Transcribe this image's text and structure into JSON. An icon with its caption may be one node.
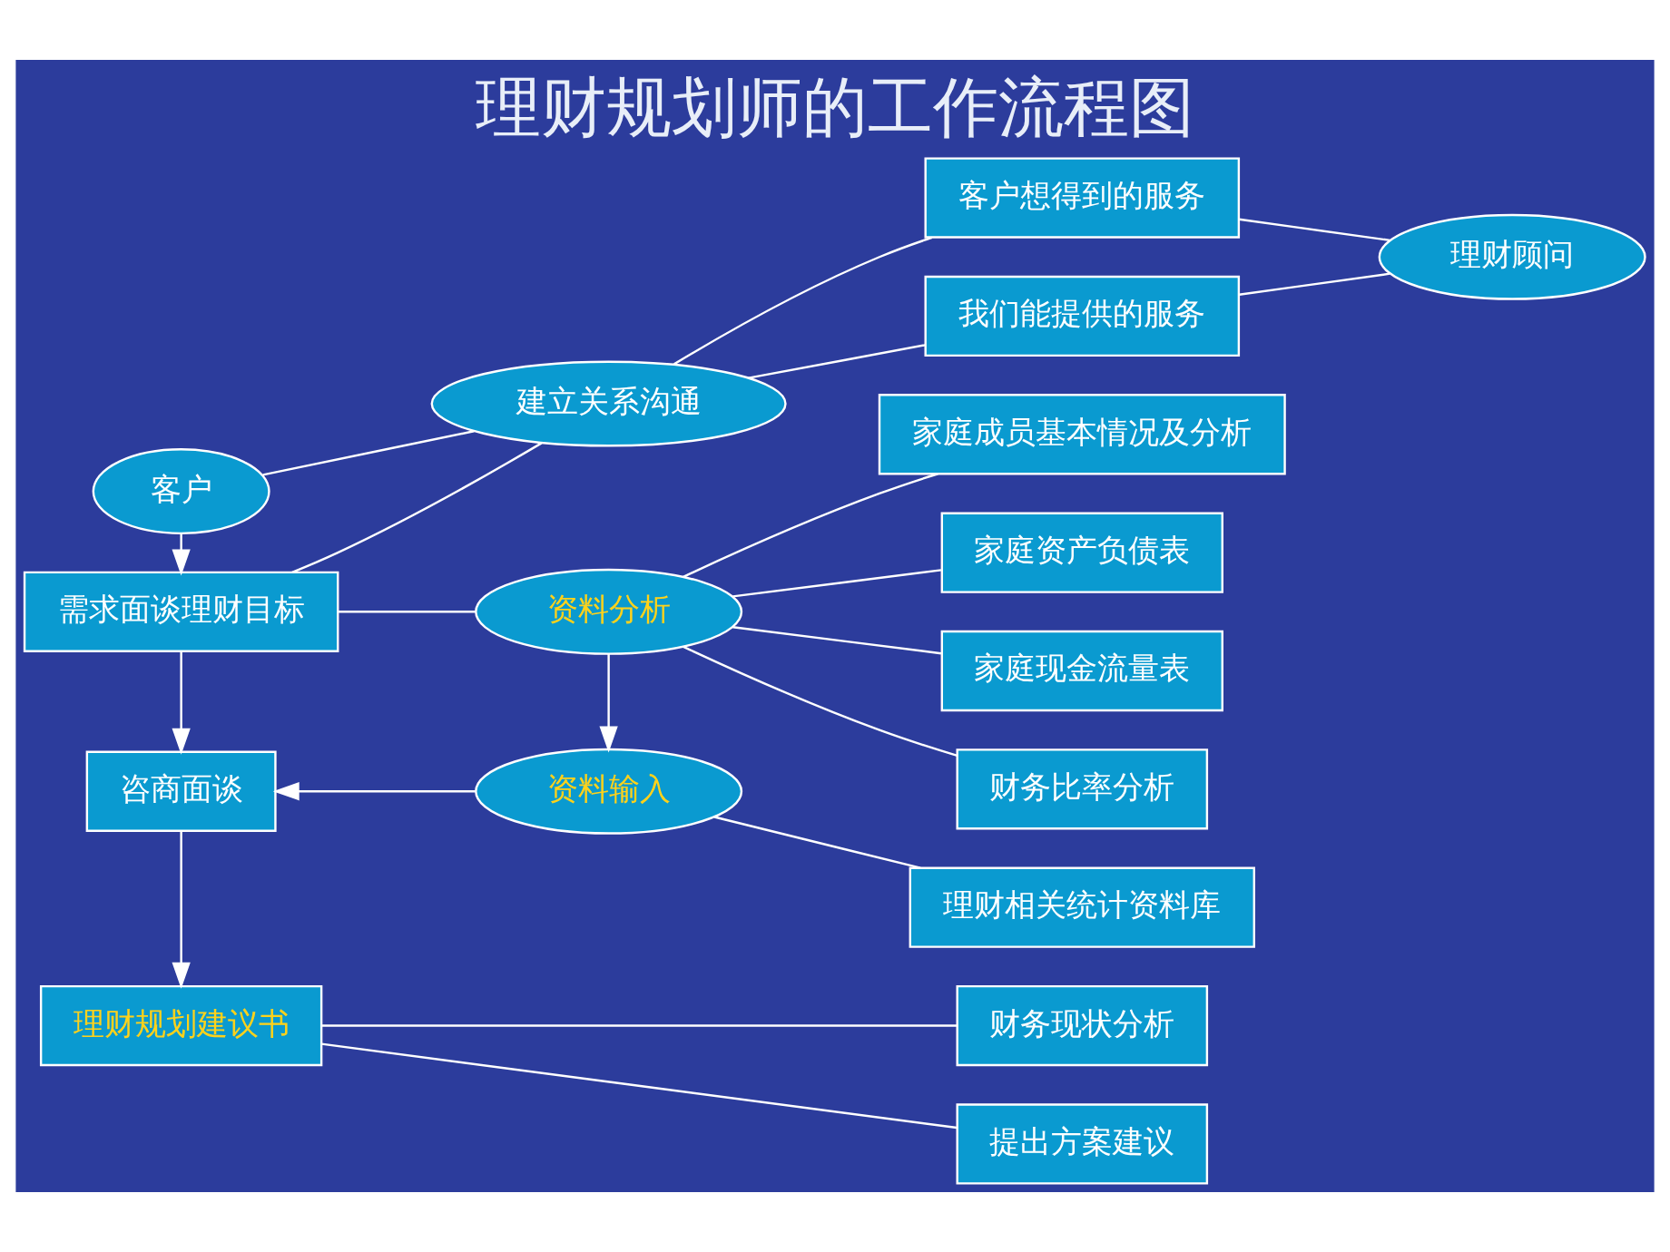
{
  "diagram": {
    "title": "理财规划师的工作流程图",
    "nodes": [
      {
        "text": [
          "客户"
        ]
      },
      {
        "text": [
          "建立关系沟通"
        ]
      },
      {
        "text": [
          "客户想得到的服务"
        ]
      },
      {
        "text": [
          "我们能提供的服务"
        ]
      },
      {
        "text": [
          "理财顾问"
        ]
      },
      {
        "text": [
          "需求面谈理财目标"
        ]
      },
      {
        "text": [
          "资料分析"
        ]
      },
      {
        "text": [
          "家庭成员基本情况及分析"
        ]
      },
      {
        "text": [
          "家庭资产负债表"
        ]
      },
      {
        "text": [
          "家庭现金流量表"
        ]
      },
      {
        "text": [
          "财务比率分析"
        ]
      },
      {
        "text": [
          "咨商面谈"
        ]
      },
      {
        "text": [
          "资料输入"
        ]
      },
      {
        "text": [
          "理财相关统计资料库"
        ]
      },
      {
        "text": [
          "理财规划建议书"
        ]
      },
      {
        "text": [
          "财务现状分析"
        ]
      },
      {
        "text": [
          "提出方案建议"
        ]
      }
    ],
    "edges": [
      {
        "from": 0,
        "to": 1,
        "arrow": "none"
      },
      {
        "from": 0,
        "to": 5,
        "arrow": "to"
      },
      {
        "from": 5,
        "to": 1,
        "arrow": "none"
      },
      {
        "from": 1,
        "to": 2,
        "arrow": "none"
      },
      {
        "from": 1,
        "to": 3,
        "arrow": "none"
      },
      {
        "from": 2,
        "to": 4,
        "arrow": "none"
      },
      {
        "from": 3,
        "to": 4,
        "arrow": "none"
      },
      {
        "from": 5,
        "to": 6,
        "arrow": "none"
      },
      {
        "from": 6,
        "to": 7,
        "arrow": "none"
      },
      {
        "from": 6,
        "to": 8,
        "arrow": "none"
      },
      {
        "from": 6,
        "to": 9,
        "arrow": "none"
      },
      {
        "from": 6,
        "to": 10,
        "arrow": "none"
      },
      {
        "from": 5,
        "to": 11,
        "arrow": "to"
      },
      {
        "from": 6,
        "to": 12,
        "arrow": "to"
      },
      {
        "from": 12,
        "to": 11,
        "arrow": "to"
      },
      {
        "from": 12,
        "to": 13,
        "arrow": "none"
      },
      {
        "from": 11,
        "to": 14,
        "arrow": "to"
      },
      {
        "from": 14,
        "to": 15,
        "arrow": "none"
      },
      {
        "from": 14,
        "to": 16,
        "arrow": "none"
      }
    ]
  }
}
